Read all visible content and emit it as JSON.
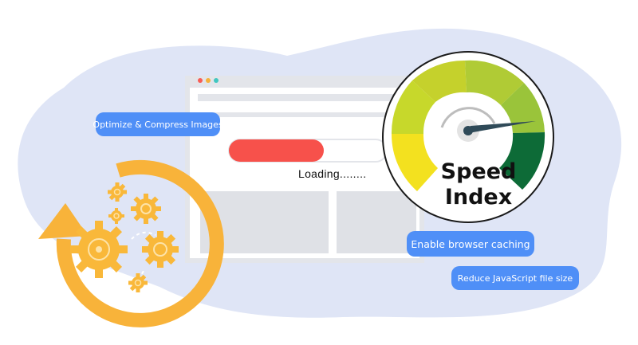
{
  "browser_mock": {
    "loading_text": "Loading........",
    "progress": 0.6,
    "colors": {
      "progress_fill": "#f7514b",
      "frame": "#e3e5ea",
      "panel": "#dfe1e6"
    }
  },
  "gauge": {
    "title_line1": "Speed",
    "title_line2": "Index",
    "colors": {
      "yellow": "#f3e11f",
      "yellow_green": "#c7d82b",
      "light_green": "#9ac43a",
      "dark_green": "#0d6b37",
      "needle": "#2f4a58"
    }
  },
  "tips": [
    {
      "text": "Optimize & Compress Images"
    },
    {
      "text": "Enable browser caching"
    },
    {
      "text": "Reduce JavaScript file size"
    }
  ],
  "colors": {
    "bubble": "#4f8ff7",
    "blob": "#dfe5f6",
    "cycle_arrow": "#f8b33a",
    "gear": "#f9b83a"
  },
  "icons": [
    "gear-icon",
    "cycle-arrow-icon",
    "window-dot-icon"
  ]
}
